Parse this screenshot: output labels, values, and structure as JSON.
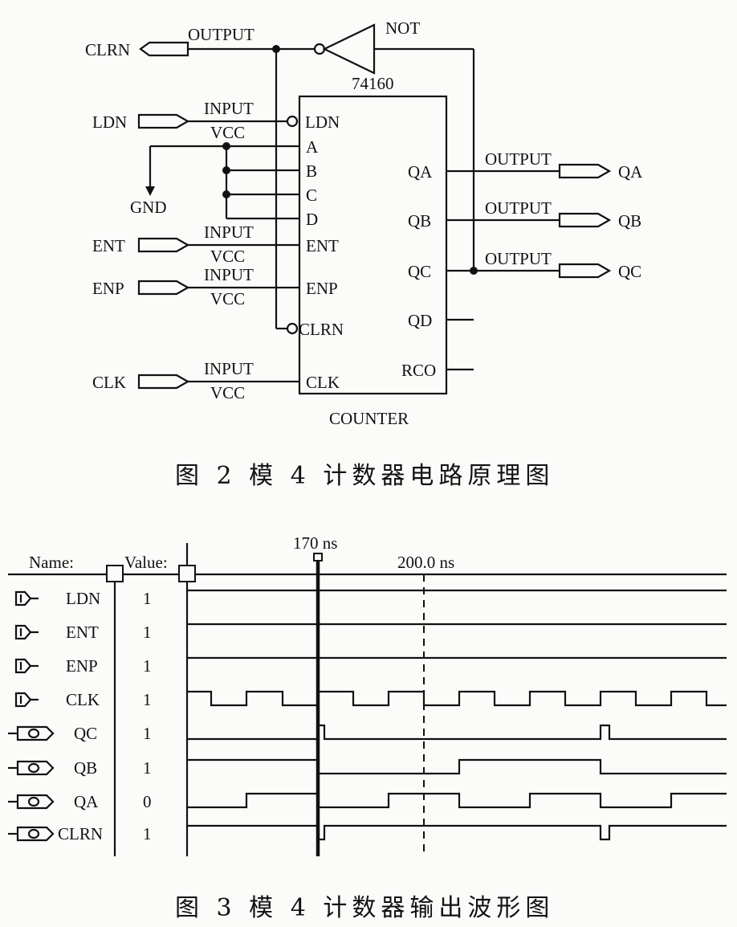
{
  "figure2": {
    "caption": "图 2   模 4 计数器电路原理图",
    "counter_label": "COUNTER",
    "chip_name": "74160",
    "not_label": "NOT",
    "output_label": "OUTPUT",
    "input_label": "INPUT",
    "vcc_label": "VCC",
    "gnd_label": "GND",
    "clrn_port": "CLRN",
    "inputs": [
      {
        "port": "LDN",
        "pin": "LDN"
      },
      {
        "port": "ENT",
        "pin": "ENT"
      },
      {
        "port": "ENP",
        "pin": "ENP"
      },
      {
        "port": "CLK",
        "pin": "CLK"
      }
    ],
    "data_pins": [
      "A",
      "B",
      "C",
      "D"
    ],
    "clrn_pin": "CLRN",
    "outputs": [
      {
        "pin": "QA",
        "port": "QA"
      },
      {
        "pin": "QB",
        "port": "QB"
      },
      {
        "pin": "QC",
        "port": "QC"
      }
    ],
    "unused_outputs": [
      "QD",
      "RCO"
    ]
  },
  "figure3": {
    "caption": "图 3   模 4 计数器输出波形图",
    "name_header": "Name:",
    "value_header": "Value:",
    "cursor_label": "170 ns",
    "marker_label": "200.0 ns",
    "signals": [
      {
        "name": "LDN",
        "value": "1",
        "kind": "input"
      },
      {
        "name": "ENT",
        "value": "1",
        "kind": "input"
      },
      {
        "name": "ENP",
        "value": "1",
        "kind": "input"
      },
      {
        "name": "CLK",
        "value": "1",
        "kind": "input"
      },
      {
        "name": "QC",
        "value": "1",
        "kind": "output"
      },
      {
        "name": "QB",
        "value": "1",
        "kind": "output"
      },
      {
        "name": "QA",
        "value": "0",
        "kind": "output"
      },
      {
        "name": "CLRN",
        "value": "1",
        "kind": "output"
      }
    ]
  }
}
